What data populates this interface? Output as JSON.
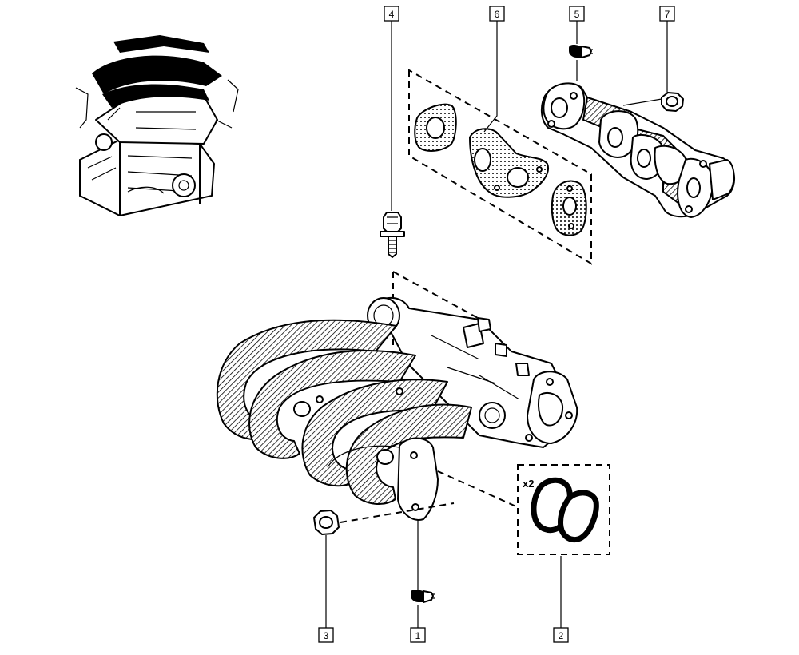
{
  "callouts": [
    {
      "id": "4",
      "part": "bolt"
    },
    {
      "id": "6",
      "part": "gasket-set"
    },
    {
      "id": "5",
      "part": "clip"
    },
    {
      "id": "7",
      "part": "nut"
    },
    {
      "id": "3",
      "part": "nut"
    },
    {
      "id": "1",
      "part": "clip"
    },
    {
      "id": "2",
      "part": "seal"
    }
  ],
  "quantity_label": "x2",
  "colors": {
    "line": "#000000",
    "background": "#ffffff"
  }
}
